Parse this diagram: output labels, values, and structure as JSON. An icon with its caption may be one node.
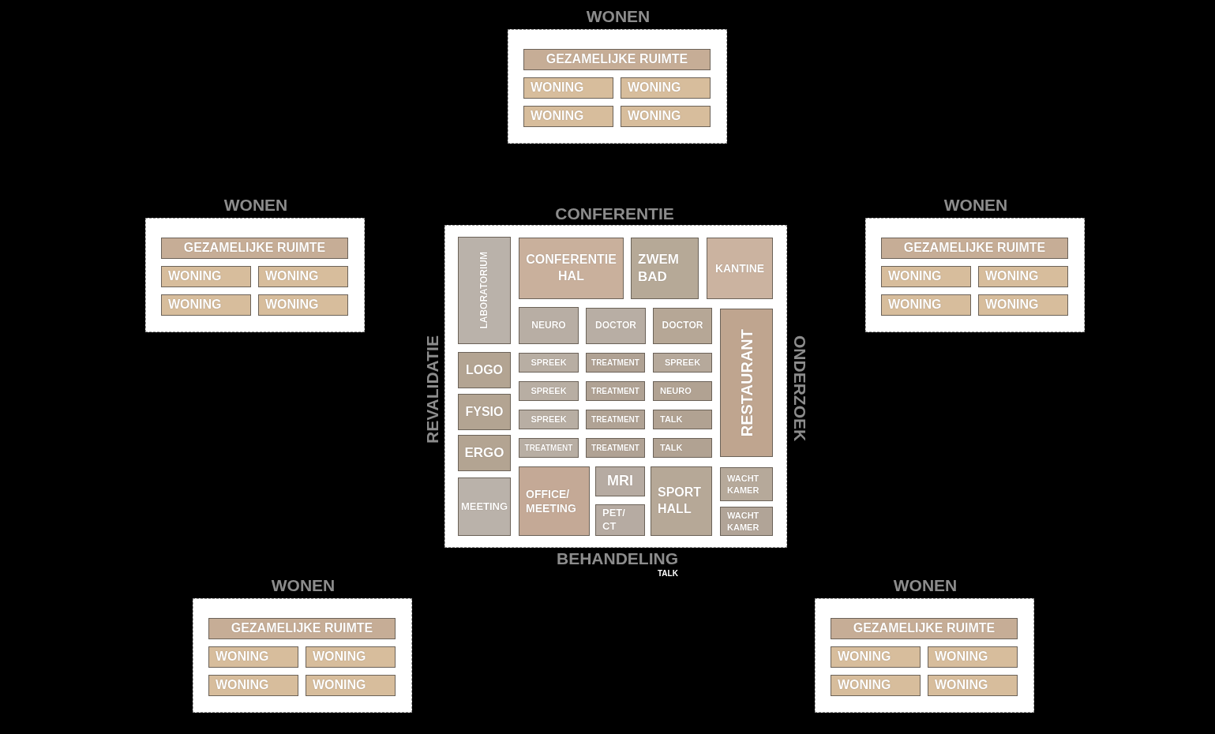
{
  "diagram": {
    "nodes": [
      {
        "text": [
          "WONEN"
        ]
      },
      {
        "text": [
          "GEZAMELIJKE RUIMTE"
        ],
        "in": 0
      },
      {
        "text": [
          "WONING"
        ],
        "in": 0
      },
      {
        "text": [
          "WONING"
        ],
        "in": 0
      },
      {
        "text": [
          "WONING"
        ],
        "in": 0
      },
      {
        "text": [
          "WONING"
        ],
        "in": 0
      },
      {
        "text": [
          "WONEN"
        ]
      },
      {
        "text": [
          "GEZAMELIJKE RUIMTE"
        ],
        "in": 6
      },
      {
        "text": [
          "WONING"
        ],
        "in": 6
      },
      {
        "text": [
          "WONING"
        ],
        "in": 6
      },
      {
        "text": [
          "WONING"
        ],
        "in": 6
      },
      {
        "text": [
          "WONING"
        ],
        "in": 6
      },
      {
        "text": [
          "CONFERENTIE",
          "REVALIDATIE",
          "ONDERZOEK",
          "BEHANDELING"
        ]
      },
      {
        "text": [
          "LABORATORIUM"
        ],
        "in": 12
      },
      {
        "text": [
          "CONFERENTIE HAL"
        ],
        "in": 12
      },
      {
        "text": [
          "ZWEM BAD"
        ],
        "in": 12
      },
      {
        "text": [
          "KANTINE"
        ],
        "in": 12
      },
      {
        "text": [
          "NEURO"
        ],
        "in": 12
      },
      {
        "text": [
          "DOCTOR"
        ],
        "in": 12
      },
      {
        "text": [
          "DOCTOR"
        ],
        "in": 12
      },
      {
        "text": [
          "RESTAURANT"
        ],
        "in": 12
      },
      {
        "text": [
          "LOGO"
        ],
        "in": 12
      },
      {
        "text": [
          "SPREEK"
        ],
        "in": 12
      },
      {
        "text": [
          "TREATMENT"
        ],
        "in": 12
      },
      {
        "text": [
          "SPREEK"
        ],
        "in": 12
      },
      {
        "text": [
          "SPREEK"
        ],
        "in": 12
      },
      {
        "text": [
          "TREATMENT"
        ],
        "in": 12
      },
      {
        "text": [
          "NEURO"
        ],
        "in": 12
      },
      {
        "text": [
          "FYSIO"
        ],
        "in": 12
      },
      {
        "text": [
          "SPREEK"
        ],
        "in": 12
      },
      {
        "text": [
          "TREATMENT"
        ],
        "in": 12
      },
      {
        "text": [
          "TALK"
        ],
        "in": 12
      },
      {
        "text": [
          "ERGO"
        ],
        "in": 12
      },
      {
        "text": [
          "TREATMENT"
        ],
        "in": 12
      },
      {
        "text": [
          "TREATMENT"
        ],
        "in": 12
      },
      {
        "text": [
          "TALK"
        ],
        "in": 12
      },
      {
        "text": [
          "MEETING"
        ],
        "in": 12
      },
      {
        "text": [
          "OFFICE/ MEETING"
        ],
        "in": 12
      },
      {
        "text": [
          "MRI"
        ],
        "in": 12
      },
      {
        "text": [
          "SPORT HALL"
        ],
        "in": 12
      },
      {
        "text": [
          "WACHT KAMER"
        ],
        "in": 12
      },
      {
        "text": [
          "PET/ CT"
        ],
        "in": 12
      },
      {
        "text": [
          "WACHT KAMER"
        ],
        "in": 12
      },
      {
        "text": [
          "WONEN"
        ]
      },
      {
        "text": [
          "GEZAMELIJKE RUIMTE"
        ],
        "in": 43
      },
      {
        "text": [
          "WONING"
        ],
        "in": 43
      },
      {
        "text": [
          "WONING"
        ],
        "in": 43
      },
      {
        "text": [
          "WONING"
        ],
        "in": 43
      },
      {
        "text": [
          "WONING"
        ],
        "in": 43
      },
      {
        "text": [
          "WONEN"
        ]
      },
      {
        "text": [
          "GEZAMELIJKE RUIMTE"
        ],
        "in": 49
      },
      {
        "text": [
          "WONING"
        ],
        "in": 49
      },
      {
        "text": [
          "WONING"
        ],
        "in": 49
      },
      {
        "text": [
          "WONING"
        ],
        "in": 49
      },
      {
        "text": [
          "WONING"
        ],
        "in": 49
      },
      {
        "text": [
          "WONEN"
        ]
      },
      {
        "text": [
          "GEZAMELIJKE RUIMTE"
        ],
        "in": 55
      },
      {
        "text": [
          "WONING"
        ],
        "in": 55
      },
      {
        "text": [
          "WONING"
        ],
        "in": 55
      },
      {
        "text": [
          "WONING"
        ],
        "in": 55
      },
      {
        "text": [
          "WONING"
        ],
        "in": 55
      }
    ],
    "labels": [
      "TALK"
    ]
  }
}
